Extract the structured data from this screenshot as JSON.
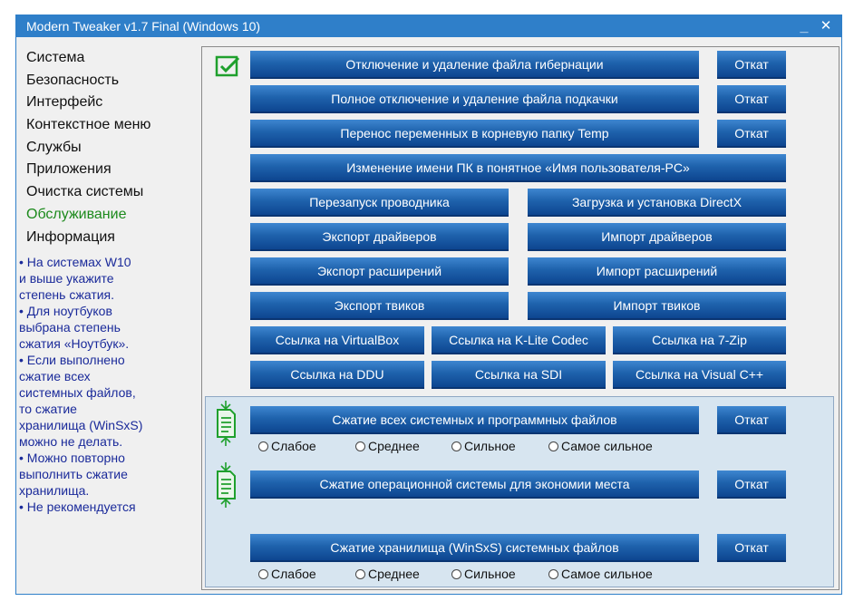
{
  "window": {
    "title": "Modern Tweaker v1.7 Final (Windows 10)",
    "minimize_glyph": "_",
    "close_glyph": "✕"
  },
  "sidebar": {
    "items": [
      {
        "label": "Система"
      },
      {
        "label": "Безопасность"
      },
      {
        "label": "Интерфейс"
      },
      {
        "label": "Контекстное меню"
      },
      {
        "label": "Службы"
      },
      {
        "label": "Приложения"
      },
      {
        "label": "Очистка системы"
      },
      {
        "label": "Обслуживание",
        "active": true
      },
      {
        "label": "Информация"
      }
    ],
    "info_text": "• На системах W10\nи выше укажите\nстепень сжатия.\n• Для ноутбуков\nвыбрана степень\nсжатия «Ноутбук».\n• Если выполнено\nсжатие всех\nсистемных файлов,\nто сжатие\nхранилища (WinSxS)\nможно не делать.\n• Можно повторно\nвыполнить сжатие\nхранилища.\n• Не рекомендуется"
  },
  "actions": {
    "hibernation": "Отключение и удаление файла гибернации",
    "pagefile": "Полное отключение и удаление файла подкачки",
    "temp": "Перенос переменных в корневую папку Temp",
    "rename_pc": "Изменение имени ПК в понятное «Имя пользователя-PC»",
    "restart_explorer": "Перезапуск проводника",
    "directx": "Загрузка и установка DirectX",
    "export_drivers": "Экспорт драйверов",
    "import_drivers": "Импорт драйверов",
    "export_extensions": "Экспорт расширений",
    "import_extensions": "Импорт расширений",
    "export_tweaks": "Экспорт твиков",
    "import_tweaks": "Импорт твиков",
    "link_virtualbox": "Ссылка на VirtualBox",
    "link_klite": "Ссылка на K-Lite Codec",
    "link_7zip": "Ссылка на 7-Zip",
    "link_ddu": "Ссылка на DDU",
    "link_sdi": "Ссылка на SDI",
    "link_vcpp": "Ссылка на Visual C++",
    "rollback": "Откат"
  },
  "compression": {
    "all_files": "Сжатие всех системных и программных файлов",
    "os": "Сжатие операционной системы для экономии места",
    "winsxs": "Сжатие хранилища (WinSxS) системных файлов",
    "levels": [
      "Слабое",
      "Среднее",
      "Сильное",
      "Самое сильное"
    ]
  },
  "icons": {
    "done": "checkmark-box-icon",
    "compress": "compress-document-icon"
  },
  "colors": {
    "accent": "#2f7fc9",
    "button": "#1f63ad",
    "active_nav": "#1c8a1c",
    "info_text": "#1a2a9a",
    "icon_green": "#1fa02d"
  }
}
